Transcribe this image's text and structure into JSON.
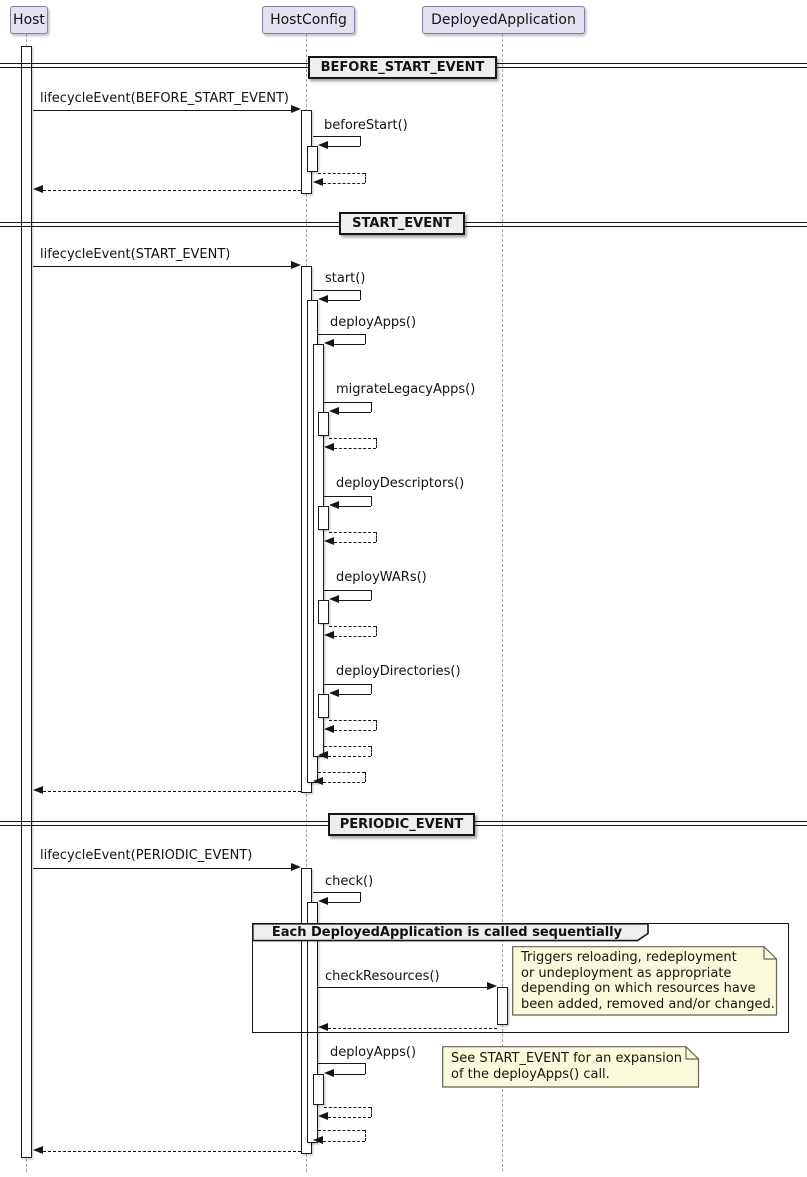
{
  "participants": {
    "host": "Host",
    "hostconfig": "HostConfig",
    "deployedapplication": "DeployedApplication"
  },
  "dividers": {
    "d1": "BEFORE_START_EVENT",
    "d2": "START_EVENT",
    "d3": "PERIODIC_EVENT"
  },
  "messages": {
    "lifecycle_before": "lifecycleEvent(BEFORE_START_EVENT)",
    "beforestart": "beforeStart()",
    "lifecycle_start": "lifecycleEvent(START_EVENT)",
    "start": "start()",
    "deployapps": "deployApps()",
    "migratelegacyapps": "migrateLegacyApps()",
    "deploydescriptors": "deployDescriptors()",
    "deploywars": "deployWARs()",
    "deploydirectories": "deployDirectories()",
    "lifecycle_periodic": "lifecycleEvent(PERIODIC_EVENT)",
    "check": "check()",
    "checkresources": "checkResources()",
    "deployapps_periodic": "deployApps()"
  },
  "group": {
    "label": "Each DeployedApplication is called sequentially"
  },
  "notes": {
    "checkresources_note": {
      "line1": "Triggers reloading, redeployment",
      "line2": "or undeployment as appropriate",
      "line3": "depending on which resources have",
      "line4": "been added, removed and/or changed."
    },
    "deployapps_note": {
      "line1": "See START_EVENT for an expansion",
      "line2": "of the deployApps() call."
    }
  },
  "colors": {
    "participant_fill": "#E2E2F0",
    "participant_border": "#8585A3",
    "divider_fill": "#EEEEEE",
    "note_fill": "#FBFBDC",
    "note_border": "#63635A",
    "line": "#161616",
    "lifeline": "#A6A6A6"
  }
}
